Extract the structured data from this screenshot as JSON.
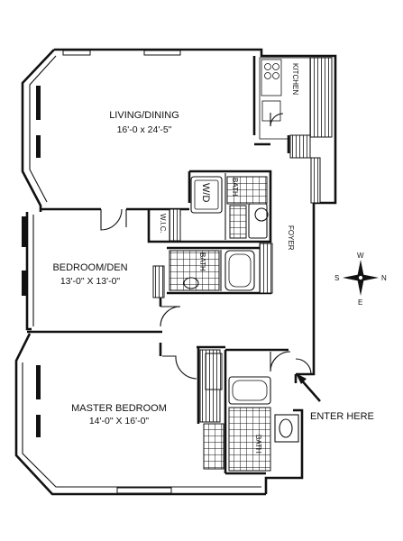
{
  "rooms": {
    "living": {
      "name": "LIVING/DINING",
      "size": "16'-0  x 24'-5\""
    },
    "bedroom_den": {
      "name": "BEDROOM/DEN",
      "size": "13'-0\" X 13'-0\""
    },
    "master": {
      "name": "MASTER BEDROOM",
      "size": "14'-0\" X 16'-0\""
    }
  },
  "labels": {
    "kitchen": "KITCHEN",
    "wd": "W/D",
    "bath_upper": "BATH",
    "wic": "W.I.C.",
    "bath_mid": "BATH",
    "foyer": "FOYER",
    "bath_master": "BATH",
    "enter": "ENTER HERE"
  },
  "compass": {
    "n": "N",
    "s": "S",
    "e": "E",
    "w": "W"
  }
}
